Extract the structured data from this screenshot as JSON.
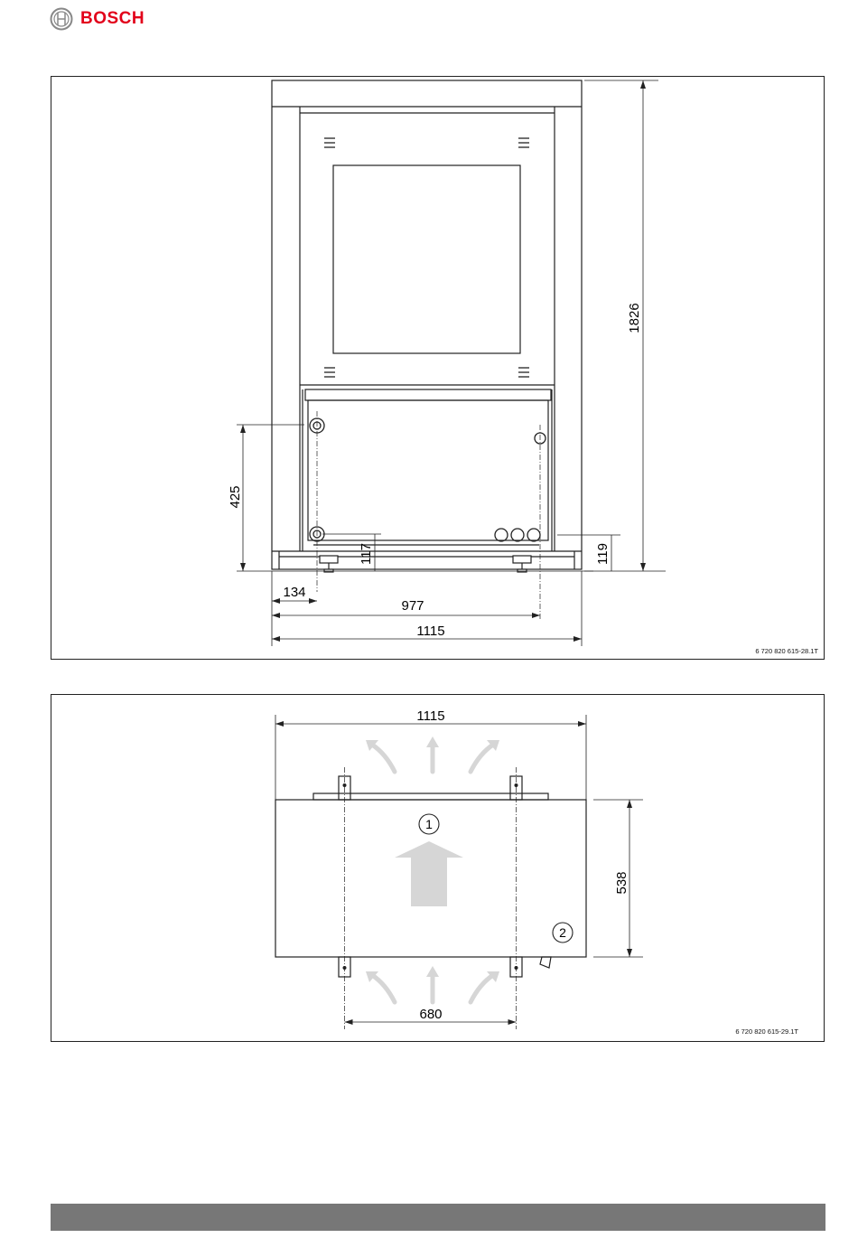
{
  "brand": {
    "name": "BOSCH",
    "color": "#e2001a"
  },
  "figure_front": {
    "dimensions": {
      "height": "1826",
      "connections_height": "425",
      "bottom_left": "117",
      "bottom_right": "119",
      "offset_left": "134",
      "connection_span": "977",
      "total_width": "1115"
    },
    "ref": "6 720 820 615-28.1T"
  },
  "figure_top": {
    "dimensions": {
      "width": "1115",
      "depth": "538",
      "feet_spacing": "680"
    },
    "callouts": {
      "airflow": "1",
      "connection": "2"
    },
    "ref": "6 720 820 615-29.1T"
  },
  "colors": {
    "line": "#222222",
    "arrow_fill": "#d9d9d9",
    "footer": "#777777"
  }
}
